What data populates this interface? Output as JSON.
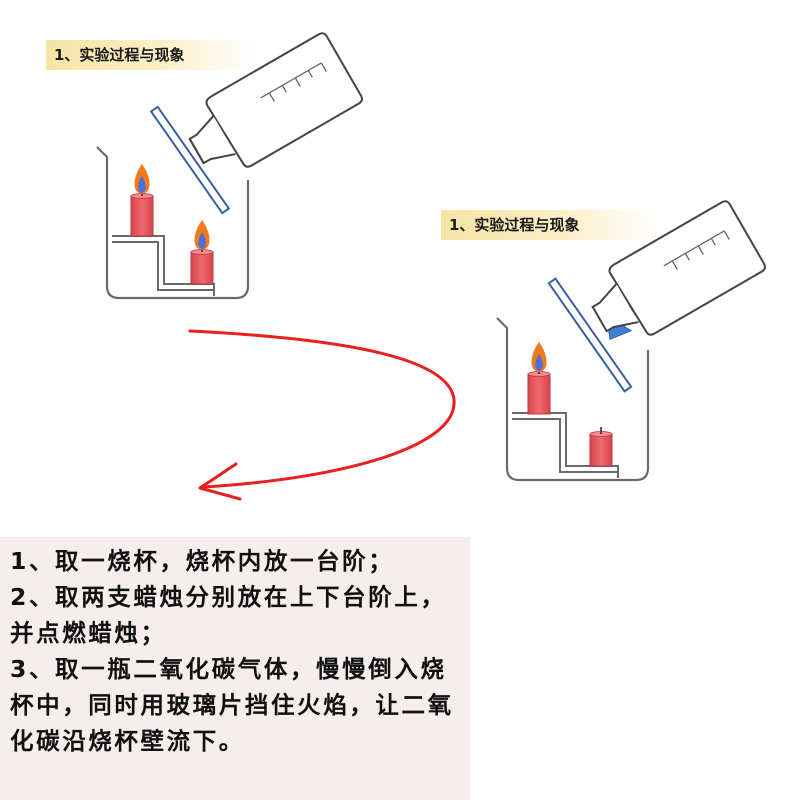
{
  "panel_1": {
    "label": "1、实验过程与现象"
  },
  "panel_2": {
    "label": "1、实验过程与现象"
  },
  "steps": [
    "1、取一烧杯，烧杯内放一台阶；",
    "2、取两支蜡烛分别放在上下台阶上，并点燃蜡烛；",
    "3、取一瓶二氧化碳气体，慢慢倒入烧杯中，同时用玻璃片挡住火焰，让二氧化碳沿烧杯壁流下。"
  ],
  "colors": {
    "candle": "#e8585e",
    "flame_outer": "#f07a1a",
    "flame_inner": "#4d6fd8",
    "arrow_curve": "#e82020",
    "pour_arrow": "#3f7fd6",
    "glass_plate": "#3a5fa0",
    "label_bg": "#f6e3a6",
    "text_bg": "#f5eeec"
  }
}
